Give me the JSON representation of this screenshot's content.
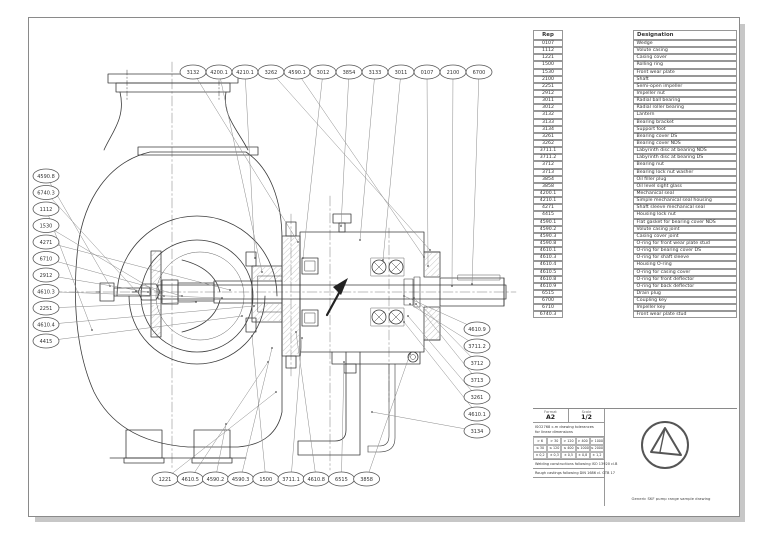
{
  "sheet": {
    "background": "#ffffff",
    "ink": "#3b3b3b"
  },
  "parts_table": {
    "headers": {
      "rep": "Rep",
      "designation": "Designation"
    },
    "rows": [
      {
        "rep": "0107",
        "designation": "Wedge"
      },
      {
        "rep": "1112",
        "designation": "Volute casing"
      },
      {
        "rep": "1221",
        "designation": "Casing cover"
      },
      {
        "rep": "1500",
        "designation": "Rolling ring"
      },
      {
        "rep": "1530",
        "designation": "Front wear plate"
      },
      {
        "rep": "2100",
        "designation": "Shaft"
      },
      {
        "rep": "2251",
        "designation": "Semi-open impeller"
      },
      {
        "rep": "2912",
        "designation": "Impeller nut"
      },
      {
        "rep": "3011",
        "designation": "Radial ball bearing"
      },
      {
        "rep": "3012",
        "designation": "Radial roller bearing"
      },
      {
        "rep": "3132",
        "designation": "Lantern"
      },
      {
        "rep": "3133",
        "designation": "Bearing bracket"
      },
      {
        "rep": "3134",
        "designation": "Support foot"
      },
      {
        "rep": "3261",
        "designation": "Bearing cover DS"
      },
      {
        "rep": "3262",
        "designation": "Bearing cover NDS"
      },
      {
        "rep": "3711.1",
        "designation": "Labyrinth disc at bearing NDS"
      },
      {
        "rep": "3711.2",
        "designation": "Labyrinth disc at bearing DS"
      },
      {
        "rep": "3712",
        "designation": "Bearing nut"
      },
      {
        "rep": "3713",
        "designation": "Bearing lock nut washer"
      },
      {
        "rep": "3854",
        "designation": "Oil filler plug"
      },
      {
        "rep": "3858",
        "designation": "Oil level sight glass"
      },
      {
        "rep": "4200.1",
        "designation": "Mechanical seal"
      },
      {
        "rep": "4210.1",
        "designation": "Simple mechanical seal housing"
      },
      {
        "rep": "4271",
        "designation": "Shaft sleeve mechanical seal"
      },
      {
        "rep": "4415",
        "designation": "Housing lock nut"
      },
      {
        "rep": "4590.1",
        "designation": "Flat gasket for bearing cover NDS"
      },
      {
        "rep": "4590.2",
        "designation": "Volute casing joint"
      },
      {
        "rep": "4590.3",
        "designation": "Casing cover joint"
      },
      {
        "rep": "4590.8",
        "designation": "O-ring for front wear plate stud"
      },
      {
        "rep": "4610.1",
        "designation": "O-ring for bearing cover DS"
      },
      {
        "rep": "4610.3",
        "designation": "O-ring for shaft sleeve"
      },
      {
        "rep": "4610.4",
        "designation": "Housing O-ring"
      },
      {
        "rep": "4610.5",
        "designation": "O-ring for casing cover"
      },
      {
        "rep": "4610.8",
        "designation": "O-ring for front deflector"
      },
      {
        "rep": "4610.9",
        "designation": "O-ring for back deflector"
      },
      {
        "rep": "6515",
        "designation": "Drain plug"
      },
      {
        "rep": "6700",
        "designation": "Coupling key"
      },
      {
        "rep": "6710",
        "designation": "Impeller key"
      },
      {
        "rep": "6740.3",
        "designation": "Front wear plate stud"
      }
    ]
  },
  "callouts": {
    "top": [
      "3132",
      "4200.1",
      "4210.1",
      "3262",
      "4590.1",
      "3012",
      "3854",
      "3133",
      "3011",
      "0107",
      "2100",
      "6700"
    ],
    "left": [
      "4590.8",
      "6740.3",
      "1112",
      "1530",
      "4271",
      "6710",
      "2912",
      "4610.3",
      "2251",
      "4610.4",
      "4415"
    ],
    "right": [
      "4610.9",
      "3711.2",
      "3712",
      "3713",
      "3261",
      "4610.1",
      "3134"
    ],
    "bottom": [
      "1221",
      "4610.5",
      "4590.2",
      "4590.3",
      "1500",
      "3711.1",
      "4610.8",
      "6515",
      "3858"
    ]
  },
  "title_block": {
    "format_label": "Format",
    "format_value": "A2",
    "scale_label": "Scale",
    "scale_value": "1/2",
    "tolerance_note_line1": "ISO2768 c-m drawing tolerances",
    "tolerance_note_line2": "for linear dimensions",
    "tolerance_table": {
      "over": [
        "> 6",
        "> 30",
        "> 120",
        "> 400",
        "> 1000"
      ],
      "upto": [
        "≤ 30",
        "≤ 120",
        "≤ 400",
        "≤ 1000",
        "≤ 2000"
      ],
      "tol": [
        "± 0,2",
        "± 0,3",
        "± 0,5",
        "± 0,8",
        "± 1,2"
      ]
    },
    "standard_line1": "Welding constructions following ISO 13920 cl.B",
    "standard_line2": "Rough castings following DIN 1686 cl. GTB 17",
    "caption": "Generic SKF pump range sample drawing"
  }
}
